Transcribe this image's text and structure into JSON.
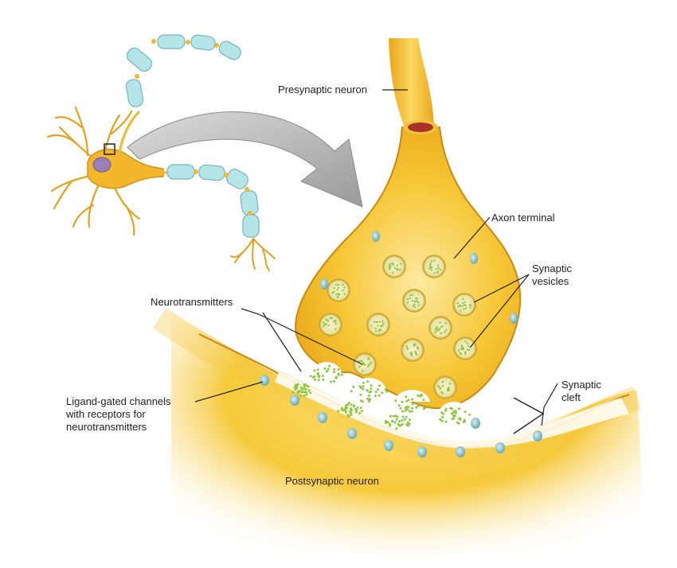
{
  "labels": {
    "presynaptic": "Presynaptic neuron",
    "axon_terminal": "Axon terminal",
    "synaptic_vesicles": [
      "Synaptic",
      "vesicles"
    ],
    "neurotransmitters": "Neurotransmitters",
    "synaptic_cleft": [
      "Synaptic",
      "cleft"
    ],
    "ligand_channels": [
      "Ligand-gated channels",
      "with receptors for",
      "neurotransmitters"
    ],
    "postsynaptic": "Postsynaptic neuron"
  },
  "colors": {
    "neuron_fill": "#f5c02c",
    "neuron_light": "#fbe48a",
    "membrane_edge": "#c98a12",
    "vesicle_fill": "#f6f0c0",
    "vesicle_dots": "#8dc63f",
    "channel": "#7fbfc8",
    "myelin": "#a8e0e0",
    "arrow": "#a0a0a0",
    "nucleus": "#9b7fb8"
  }
}
